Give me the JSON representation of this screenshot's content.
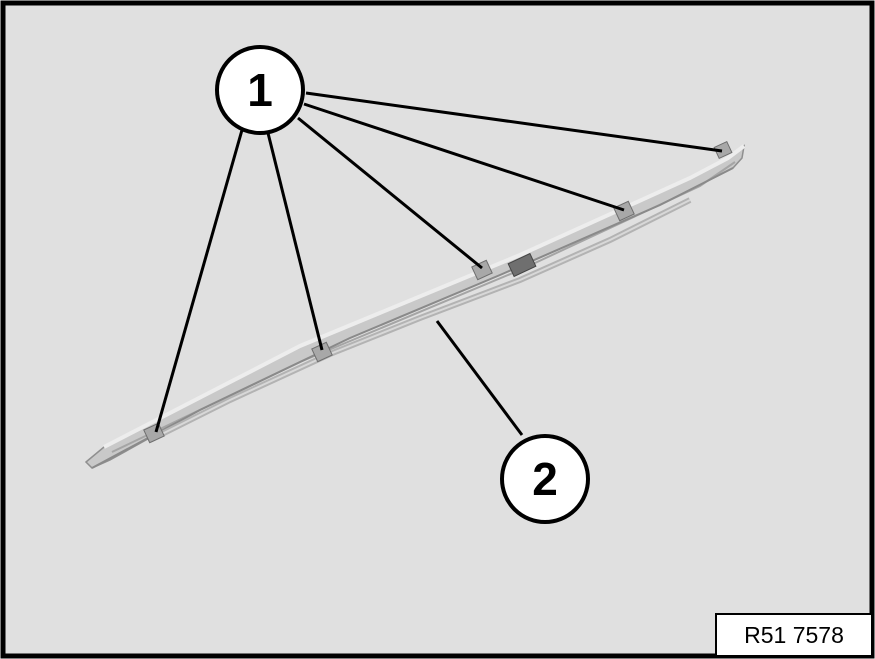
{
  "callouts": [
    {
      "id": "callout-1",
      "label": "1"
    },
    {
      "id": "callout-2",
      "label": "2"
    }
  ],
  "figure_code": "R51 7578",
  "colors": {
    "background": "#e0e0e0",
    "frame": "#000000",
    "part_fill": "#c9c9c9",
    "part_highlight": "#e6e6e6",
    "part_shadow": "#9a9a9a",
    "leader_line": "#000000"
  }
}
